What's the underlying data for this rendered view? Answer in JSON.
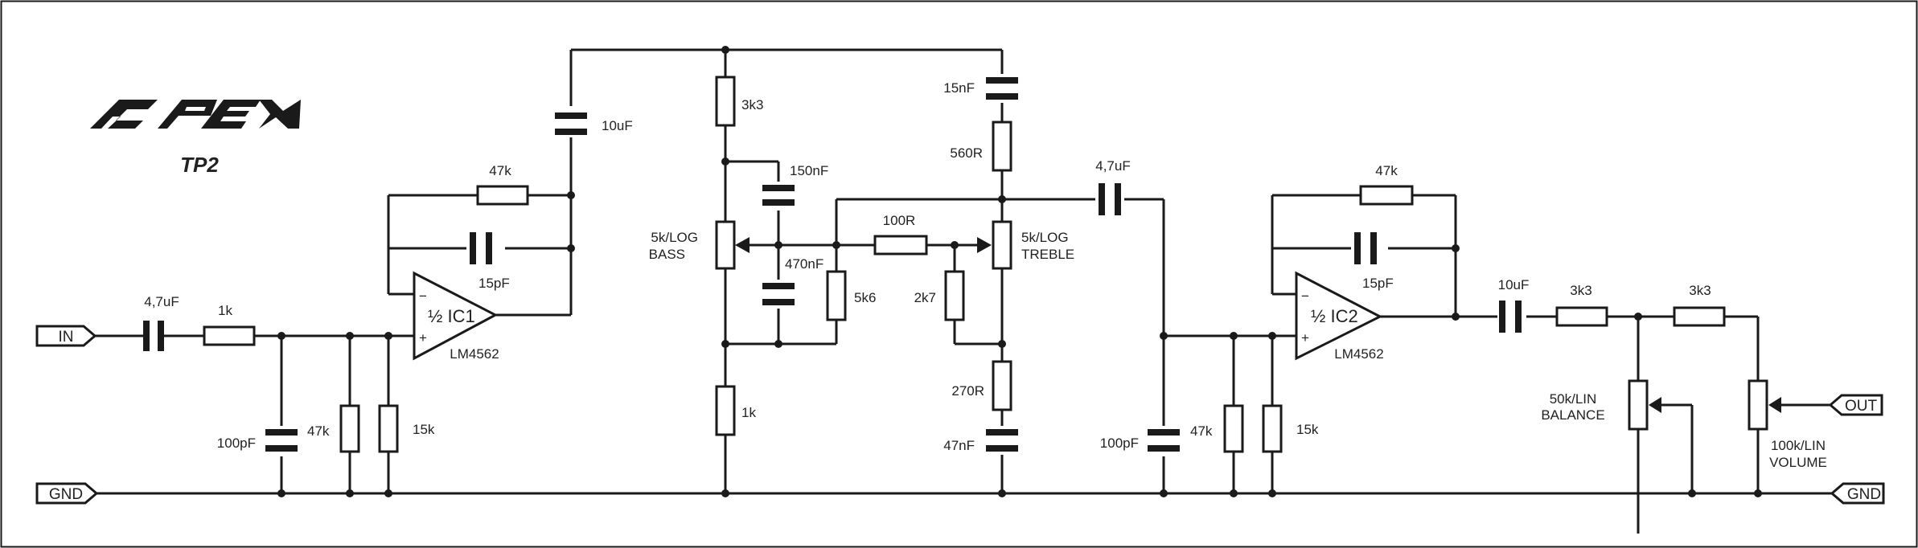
{
  "brand": {
    "logo": "APEX",
    "model": "TP2"
  },
  "terminals": {
    "input": "IN",
    "output": "OUT",
    "ground_left": "GND",
    "ground_right": "GND"
  },
  "opamps": {
    "ic1": {
      "label": "½ IC1",
      "part": "LM4562",
      "minus": "−",
      "plus": "+"
    },
    "ic2": {
      "label": "½ IC2",
      "part": "LM4562",
      "minus": "−",
      "plus": "+"
    }
  },
  "components": {
    "c_in": "4,7uF",
    "r_in": "1k",
    "c_in_gnd": "100pF",
    "r_in_gnd1": "47k",
    "r_in_gnd2": "15k",
    "r_fb1": "47k",
    "c_fb1": "15pF",
    "c_out1": "10uF",
    "r_bass_top": "3k3",
    "c_bass_upper": "150nF",
    "pot_bass": [
      "5k/LOG",
      "BASS"
    ],
    "c_bass_lower": "470nF",
    "r_bass_shunt": "5k6",
    "r_bass_bot": "1k",
    "r_mid": "100R",
    "r_mid_shunt": "2k7",
    "c_treble_top": "15nF",
    "r_treble_top": "560R",
    "pot_treble": [
      "5k/LOG",
      "TREBLE"
    ],
    "r_treble_bot": "270R",
    "c_treble_bot": "47nF",
    "c_couple": "4,7uF",
    "c_in2_gnd": "100pF",
    "r_in2_gnd1": "47k",
    "r_in2_gnd2": "15k",
    "r_fb2": "47k",
    "c_fb2": "15pF",
    "c_out2": "10uF",
    "r_out1": "3k3",
    "r_out2": "3k3",
    "pot_balance": [
      "50k/LIN",
      "BALANCE"
    ],
    "pot_volume": [
      "100k/LIN",
      "VOLUME"
    ]
  }
}
